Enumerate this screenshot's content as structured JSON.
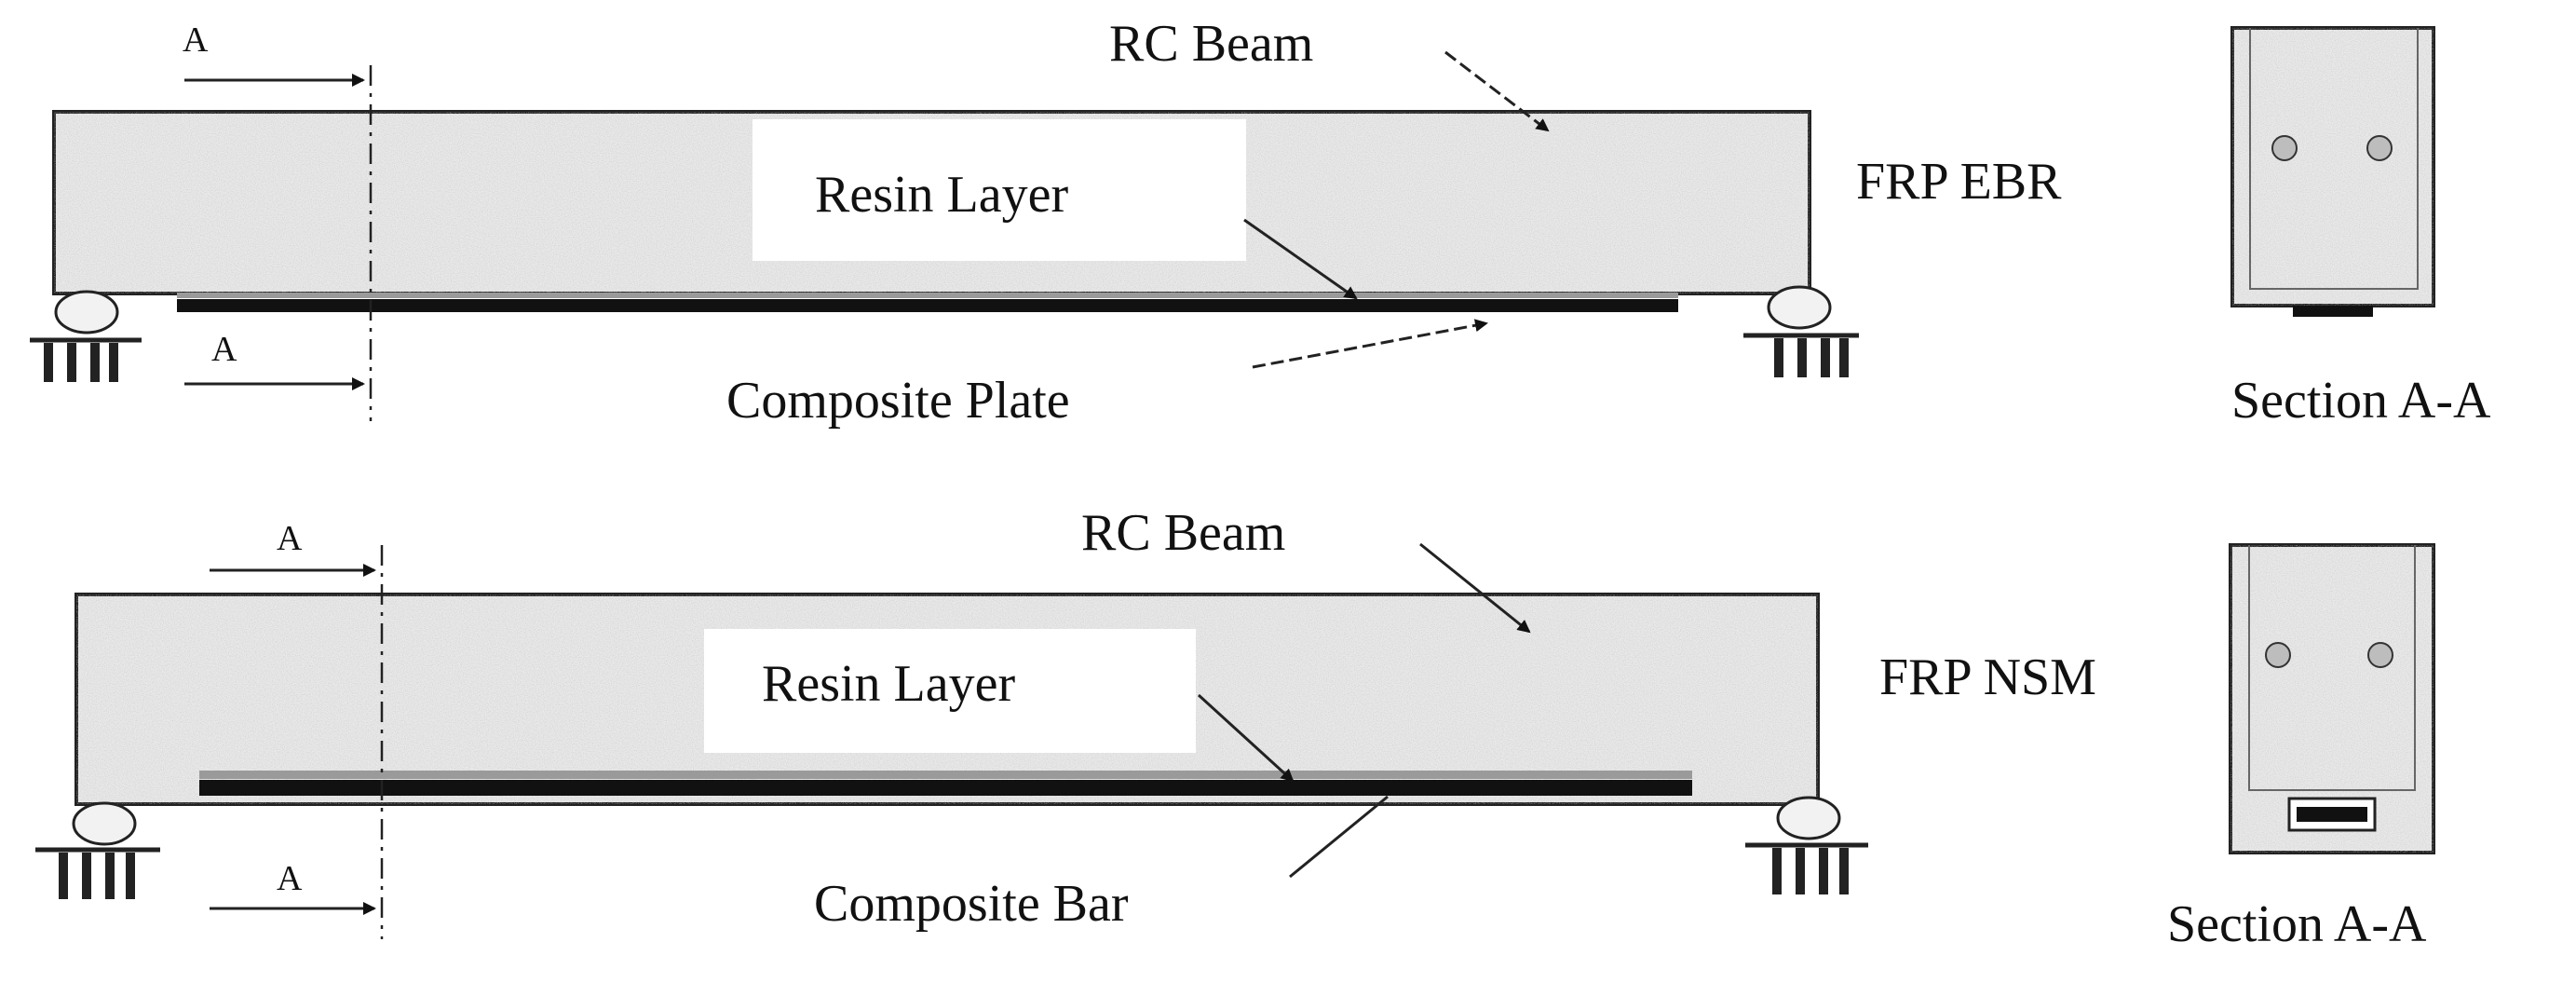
{
  "panels": [
    {
      "method_label": "FRP EBR",
      "beam_label": "RC  Beam",
      "resin_label": "Resin Layer",
      "reinforcement_label": "Composite Plate",
      "section_cut_top": "A",
      "section_cut_bottom": "A",
      "section_caption": "Section A-A"
    },
    {
      "method_label": "FRP NSM",
      "beam_label": "RC  Beam",
      "resin_label": "Resin Layer",
      "reinforcement_label": "Composite Bar",
      "section_cut_top": "A",
      "section_cut_bottom": "A",
      "section_caption": "Section A-A"
    }
  ],
  "colors": {
    "concrete": "#e8e8e8",
    "outline": "#222222",
    "reinforcement": "#111111",
    "resin": "#9a9a9a"
  }
}
